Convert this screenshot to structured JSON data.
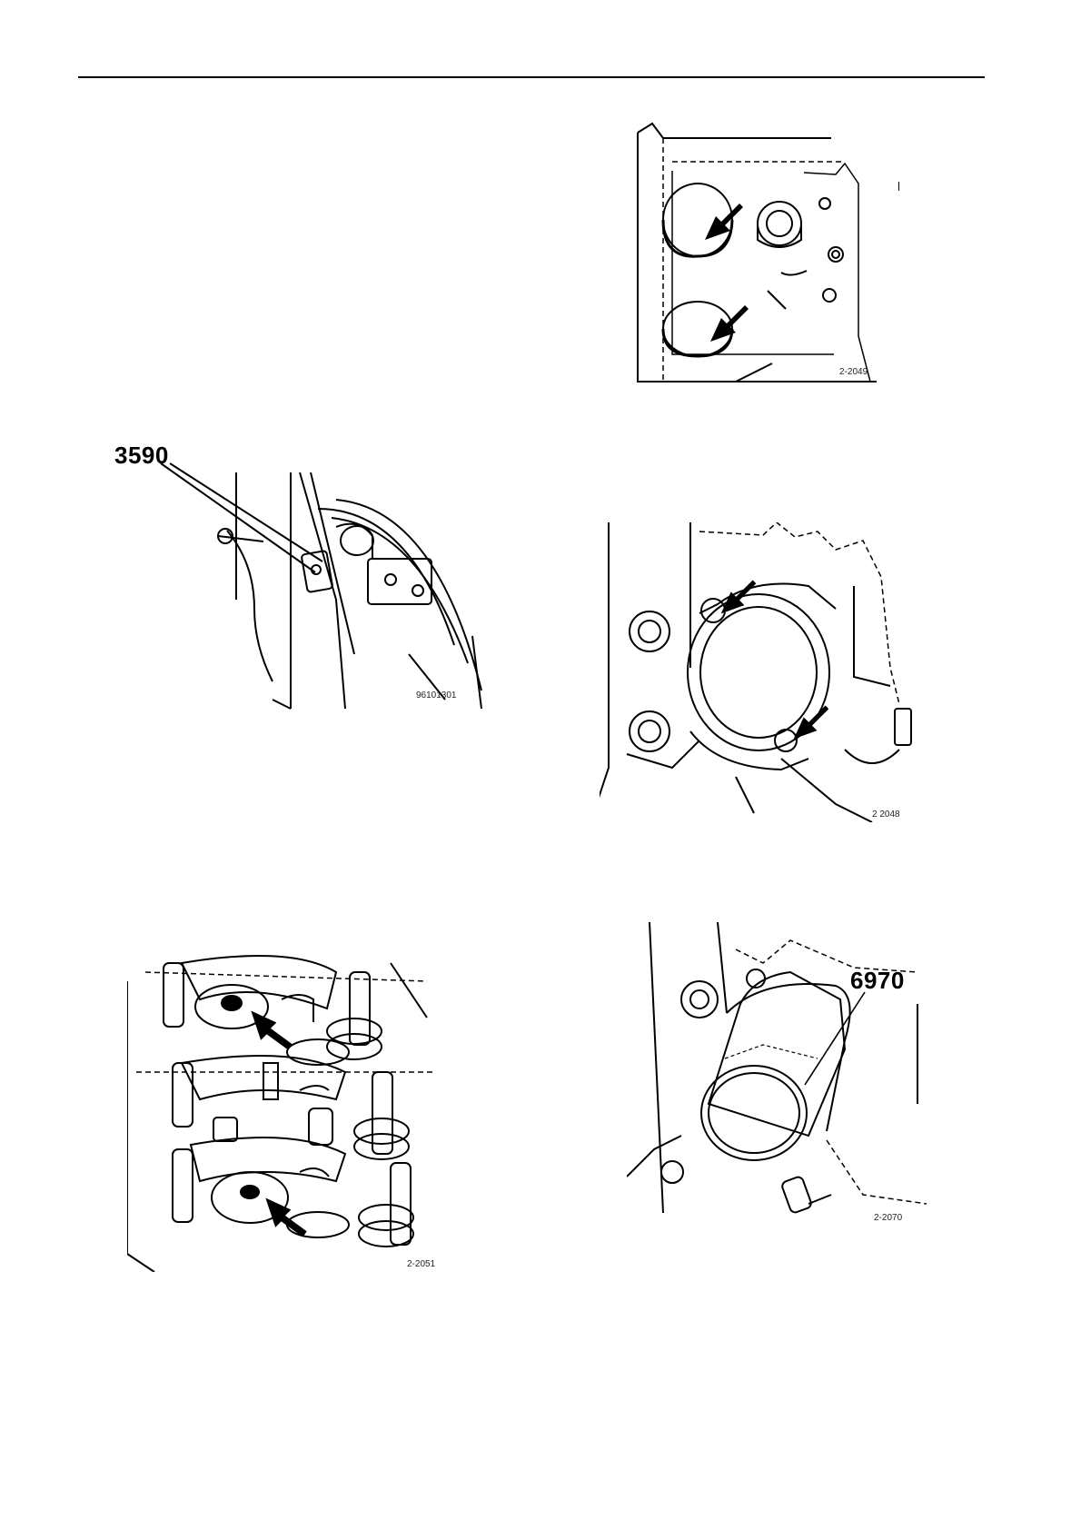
{
  "figures": [
    {
      "id": "fig1",
      "code": "2-2049",
      "callout": ""
    },
    {
      "id": "fig2",
      "code": "96101301",
      "callout": "3590"
    },
    {
      "id": "fig3",
      "code": "2 2048",
      "callout": ""
    },
    {
      "id": "fig4",
      "code": "2-2051",
      "callout": ""
    },
    {
      "id": "fig5",
      "code": "2-2070",
      "callout": "6970"
    }
  ],
  "icons": [
    "pointer-arrow-icon"
  ]
}
